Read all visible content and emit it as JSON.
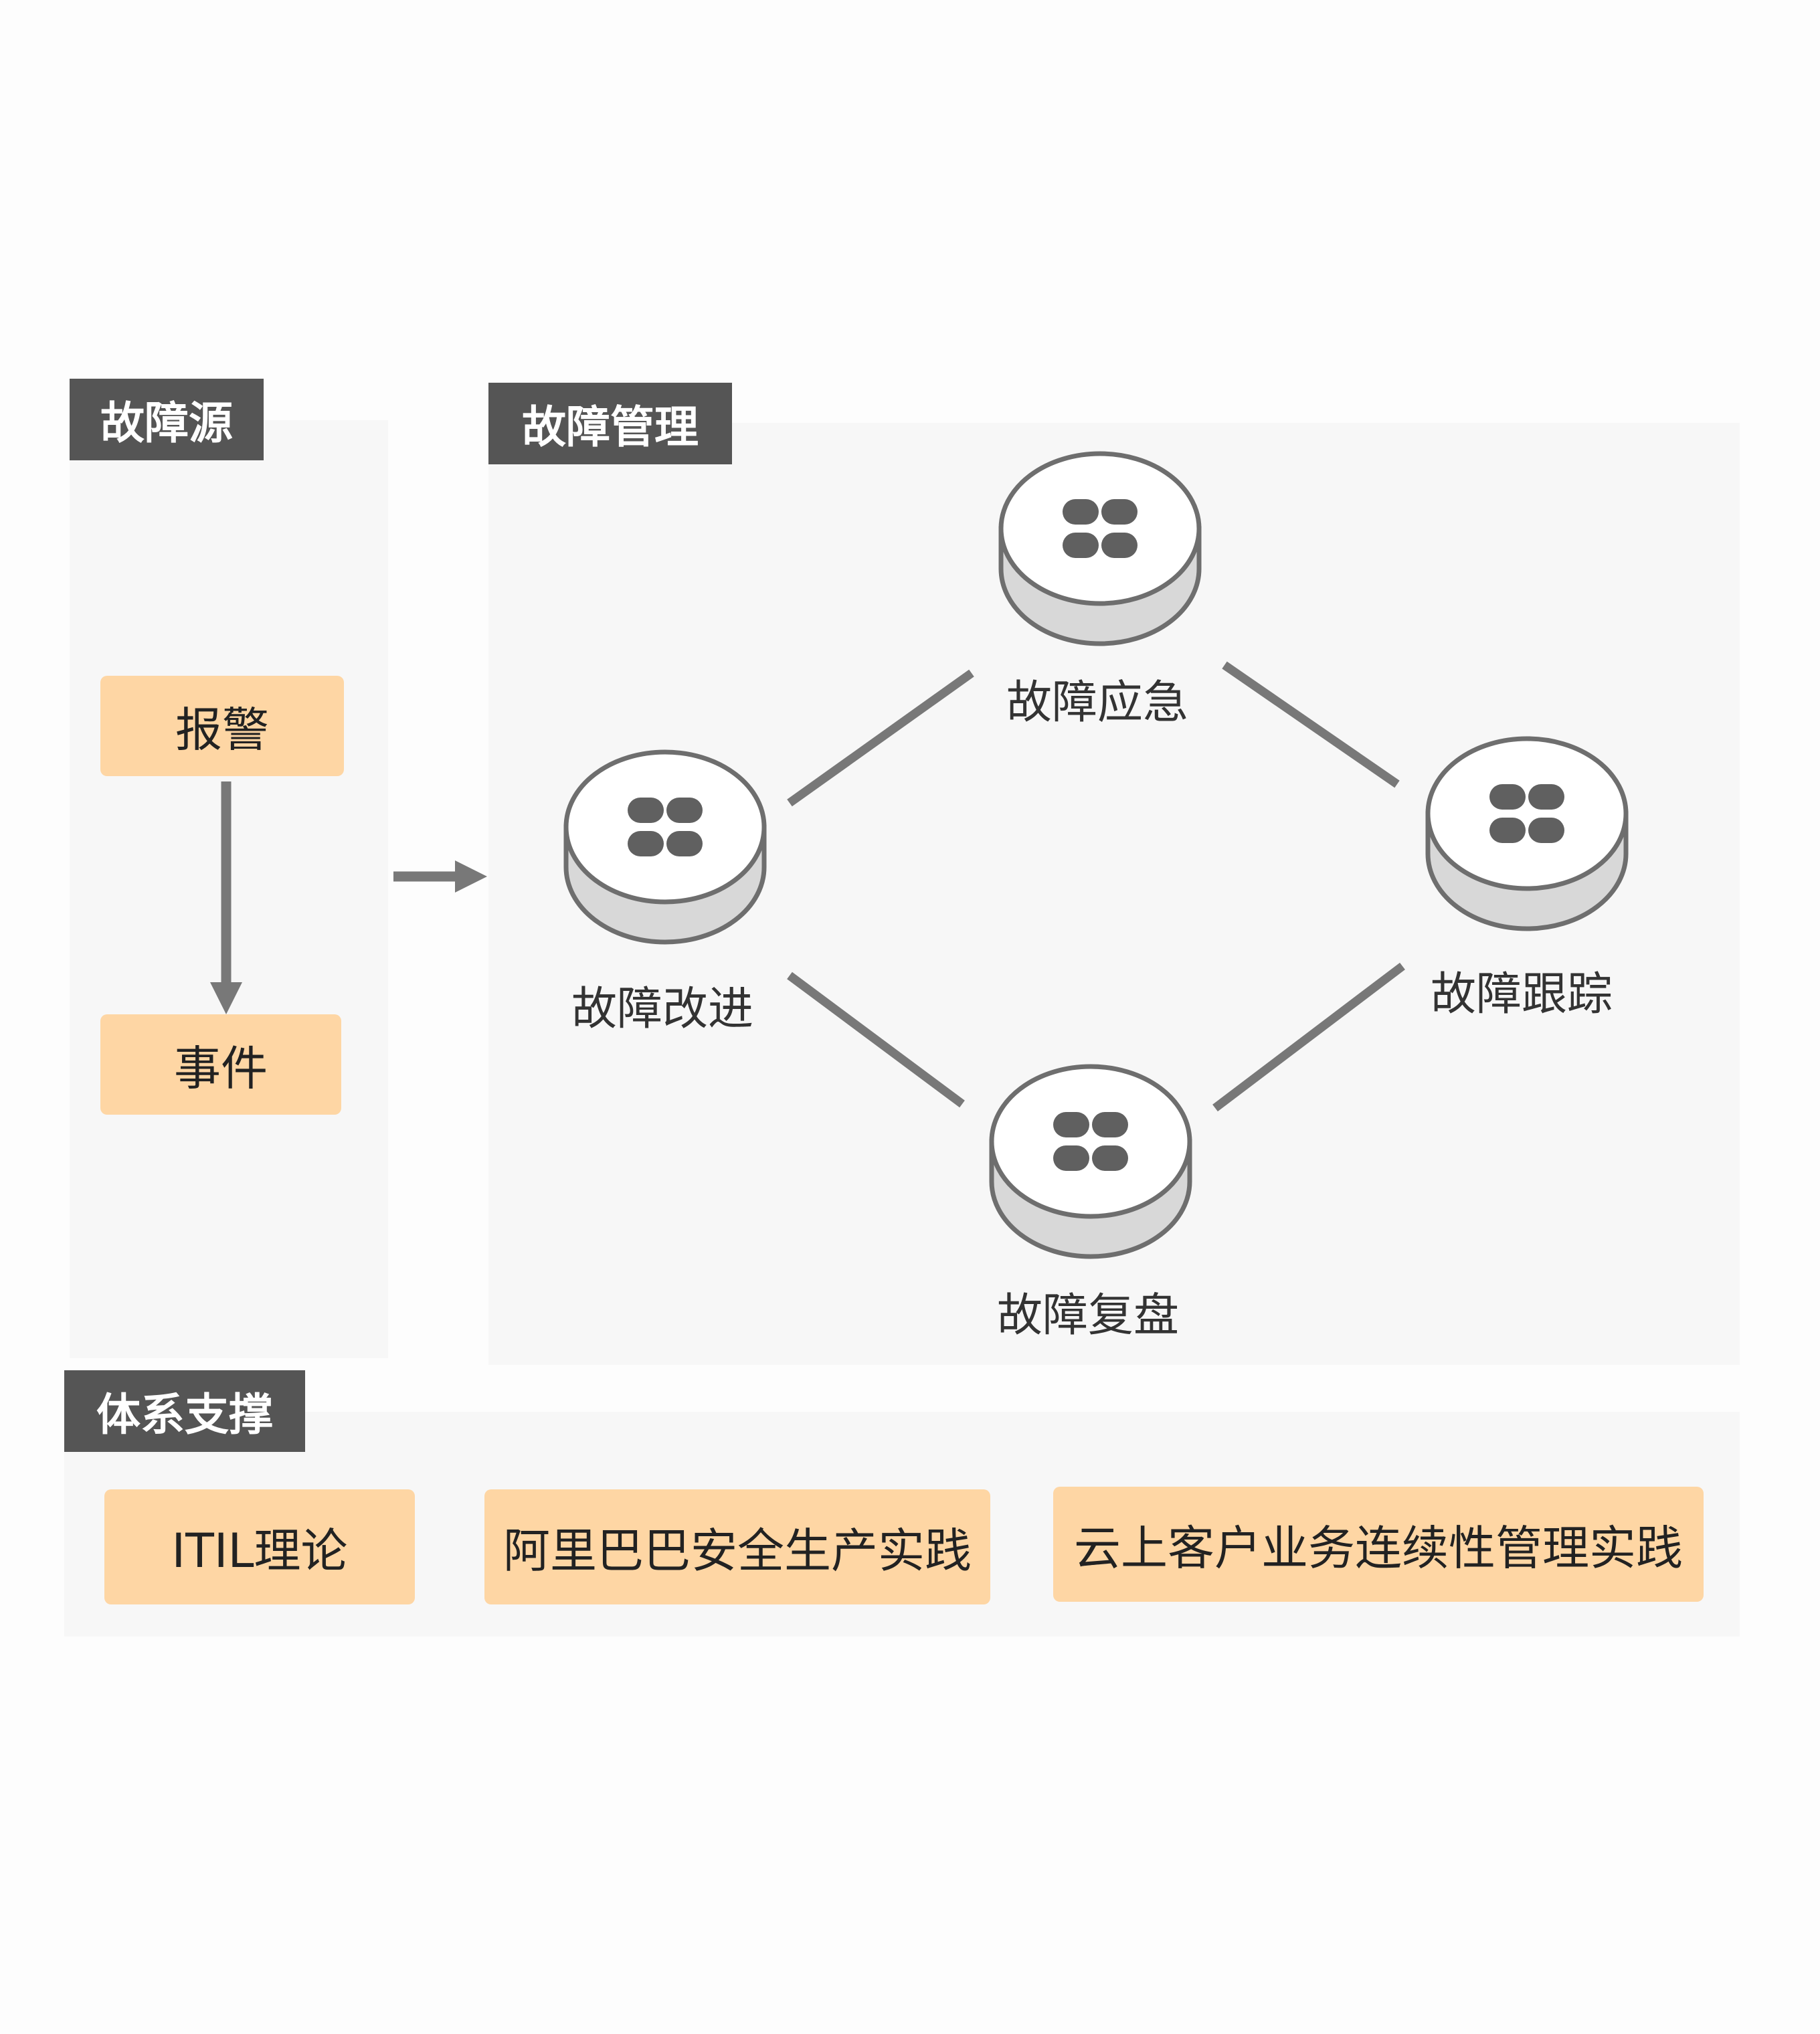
{
  "source_section": {
    "title": "故障源",
    "alarm": "报警",
    "event": "事件"
  },
  "management_section": {
    "title": "故障管理",
    "nodes": {
      "emergency": "故障应急",
      "improvement": "故障改进",
      "tracking": "故障跟踪",
      "review": "故障复盘"
    }
  },
  "support_section": {
    "title": "体系支撑",
    "items": [
      "ITIL理论",
      "阿里巴巴安全生产实践",
      "云上客户业务连续性管理实践"
    ]
  },
  "colors": {
    "tag_background": "#555555",
    "panel_background": "#f7f7f7",
    "box_fill": "#fed6a4",
    "connector": "#787878",
    "node_top": "#ffffff",
    "node_side": "#d8d8d8",
    "node_icon": "#606060"
  },
  "icons": {
    "node_icon": "four-lobe-icon"
  }
}
